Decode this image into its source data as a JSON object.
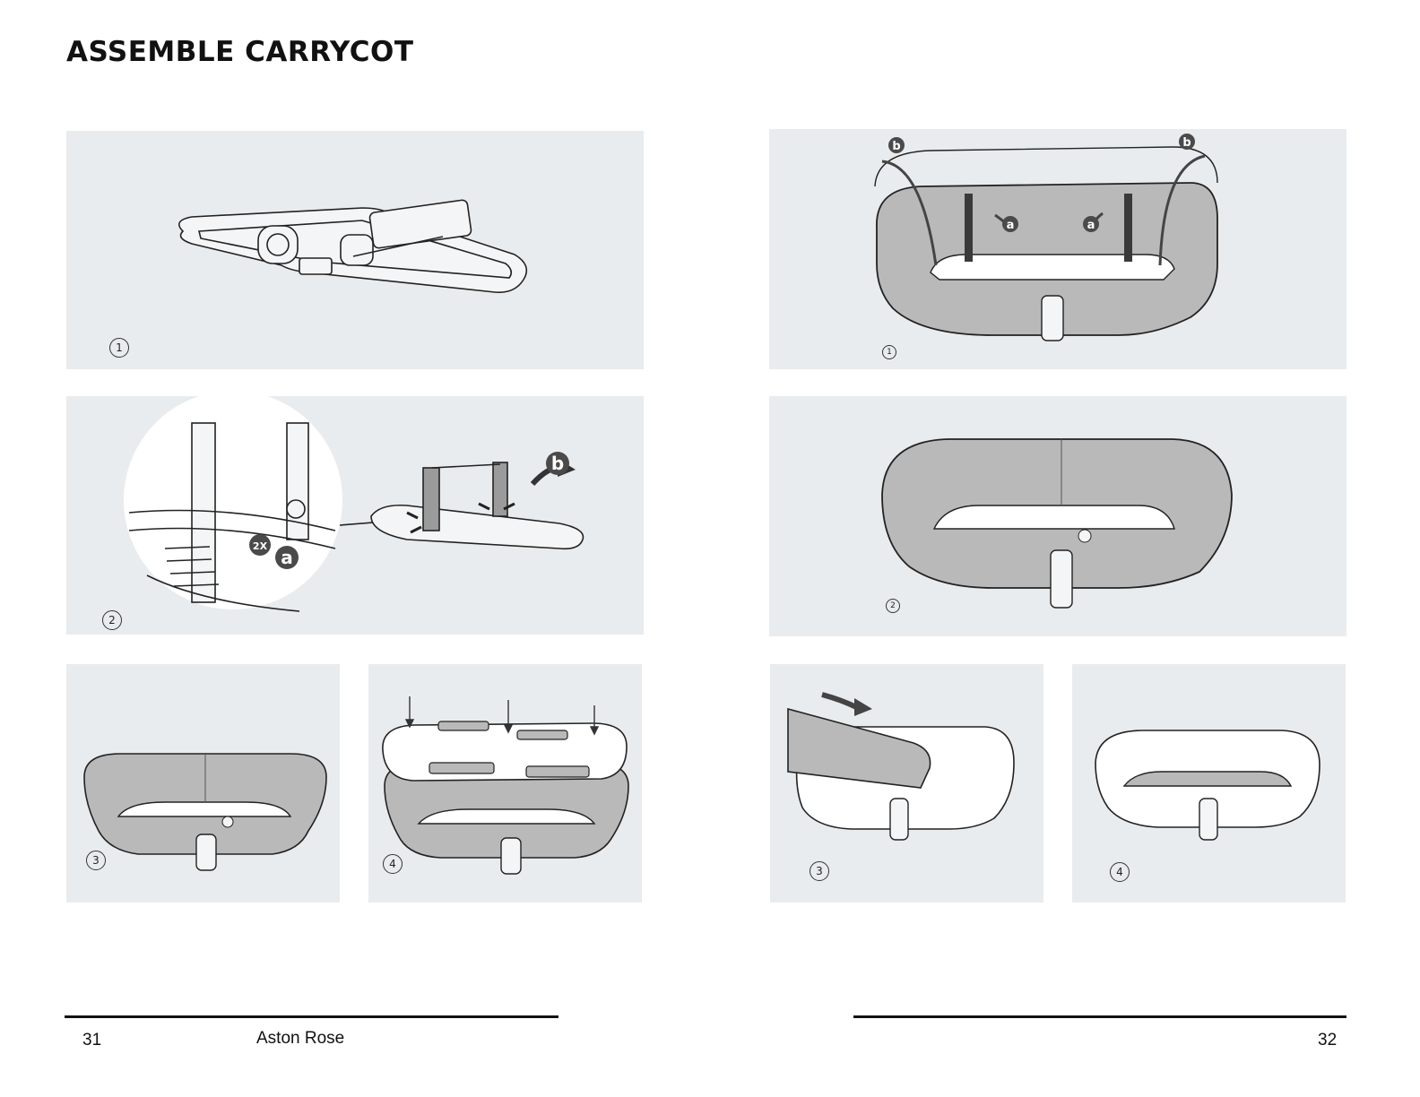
{
  "page": {
    "title": "ASSEMBLE CARRYCOT"
  },
  "left_page": {
    "panels": [
      {
        "step": "1"
      },
      {
        "step": "2",
        "callouts": [
          "2X",
          "a",
          "b"
        ]
      },
      {
        "step": "3"
      },
      {
        "step": "4"
      }
    ]
  },
  "right_page": {
    "panels": [
      {
        "step": "1",
        "callouts": [
          "b",
          "b",
          "a",
          "a"
        ]
      },
      {
        "step": "2"
      },
      {
        "step": "3"
      },
      {
        "step": "4"
      }
    ]
  },
  "footer": {
    "left_page_number": "31",
    "brand": "Aston Rose",
    "right_page_number": "32"
  },
  "colors": {
    "panel_background": "#e9ecee",
    "shell_grey": "#b9b9b9",
    "line": "#222222",
    "callout_fill": "#4a4a4a"
  }
}
